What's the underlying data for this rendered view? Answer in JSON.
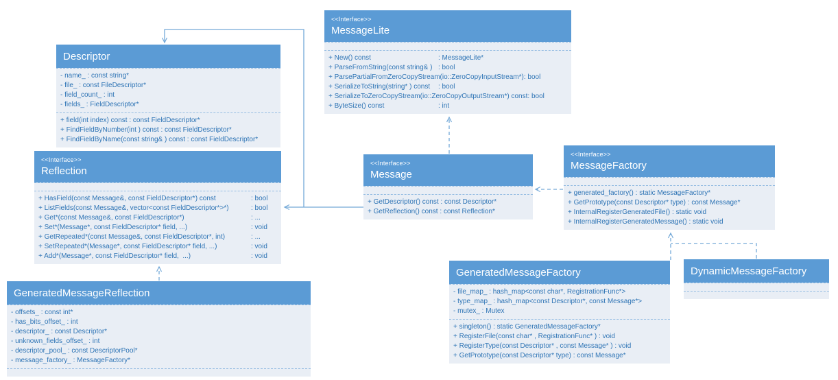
{
  "colors": {
    "header_blue": "#5B9BD5",
    "body_fill": "#e9eef5",
    "member_text": "#2e74b5",
    "connector": "#74a9d8"
  },
  "classes": {
    "descriptor": {
      "name": "Descriptor",
      "attributes": [
        "- name_ : const string*",
        "- file_ : const FileDescriptor*",
        "- field_count_ : int",
        "- fields_ : FieldDescriptor*"
      ],
      "methods": [
        "+ field(int index) const : const FieldDescriptor*",
        "+ FindFieldByNumber(int ) const : const FieldDescriptor*",
        "+ FindFieldByName(const string& ) const : const FieldDescriptor*"
      ]
    },
    "messageLite": {
      "stereotype": "<<Interface>>",
      "name": "MessageLite",
      "methods": [
        {
          "sig": "+ New() const",
          "ret": ": MessageLite*"
        },
        {
          "sig": "+ ParseFromString(const string& )",
          "ret": ": bool"
        },
        {
          "sig": "+ ParsePartialFromZeroCopyStream(io::ZeroCopyInputStream*)",
          "ret": ": bool"
        },
        {
          "sig": "+ SerializeToString(string* ) const",
          "ret": ": bool"
        },
        {
          "sig": "+ SerializeToZeroCopyStream(io::ZeroCopyOutputStream*) const",
          "ret": ": bool"
        },
        {
          "sig": "+ ByteSize() const",
          "ret": ": int"
        }
      ]
    },
    "reflection": {
      "stereotype": "<<Interface>>",
      "name": "Reflection",
      "methods": [
        {
          "sig": "+ HasField(const Message&, const FieldDescriptor*) const",
          "ret": ": bool"
        },
        {
          "sig": "+ ListFields(const Message&, vector<const FieldDescriptor*>*)",
          "ret": ": bool"
        },
        {
          "sig": "+ Get*(const Message&, const FieldDescriptor*)",
          "ret": ": ..."
        },
        {
          "sig": "+ Set*(Message*, const FieldDescriptor* field, ...)",
          "ret": ": void"
        },
        {
          "sig": "+ GetRepeated*(const Message&, const FieldDescriptor*, int)",
          "ret": ": ..."
        },
        {
          "sig": "+ SetRepeated*(Message*, const FieldDescriptor* field, ...)",
          "ret": ": void"
        },
        {
          "sig": "+ Add*(Message*, const FieldDescriptor* field,  ...)",
          "ret": ": void"
        }
      ]
    },
    "message": {
      "stereotype": "<<Interface>>",
      "name": "Message",
      "methods": [
        "+ GetDescriptor() const : const Descriptor*",
        "+ GetReflection() const : const Reflection*"
      ]
    },
    "messageFactory": {
      "stereotype": "<<Interface>>",
      "name": "MessageFactory",
      "methods": [
        "+ generated_factory() : static MessageFactory*",
        "+ GetPrototype(const Descriptor* type) : const Message*",
        "+ InternalRegisterGeneratedFile() : static void",
        "+ InternalRegisterGeneratedMessage() : static void"
      ]
    },
    "generatedMessageReflection": {
      "name": "GeneratedMessageReflection",
      "attributes": [
        "- offsets_ : const int*",
        "- has_bits_offset_ : int",
        "- descriptor_ : const Descriptor*",
        "- unknown_fields_offset_ : int",
        "- descriptor_pool_ : const DescriptorPool*",
        "- message_factory_ : MessageFactory*"
      ]
    },
    "generatedMessageFactory": {
      "name": "GeneratedMessageFactory",
      "attributes": [
        "- file_map_ : hash_map<const char*, RegistrationFunc*>",
        "- type_map_ : hash_map<const Descriptor*, const Message*>",
        "- mutex_ : Mutex"
      ],
      "methods": [
        "+ singleton() : static GeneratedMessageFactory*",
        "+ RegisterFile(const char* , RegistrationFunc* ) : void",
        "+ RegisterType(const Descriptor* , const Message* ) : void",
        "+ GetPrototype(const Descriptor* type) : const Message*"
      ]
    },
    "dynamicMessageFactory": {
      "name": "DynamicMessageFactory"
    }
  }
}
